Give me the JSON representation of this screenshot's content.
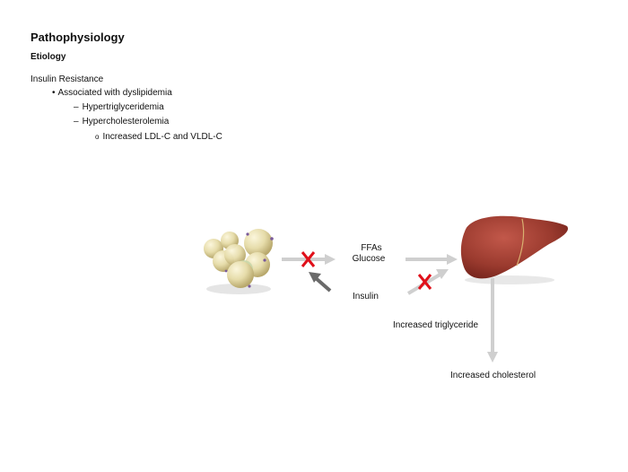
{
  "heading": {
    "title": "Pathophysiology",
    "subtitle": "Etiology"
  },
  "outline": {
    "level0": "Insulin Resistance",
    "level1_bullet": "•",
    "level1": "Associated with dyslipidemia",
    "level2_bullet": "–",
    "level2a": "Hypertriglyceridemia",
    "level2b": "Hypercholesterolemia",
    "level3_bullet": "o",
    "level3": "Increased LDL-C and VLDL-C"
  },
  "diagram": {
    "ffas": "FFAs",
    "glucose": "Glucose",
    "insulin": "Insulin",
    "increased_triglyceride": "Increased triglyceride",
    "increased_cholesterol": "Increased cholesterol",
    "blocked_marker_color": "#e0101a",
    "arrow_color": "#cfcfcf",
    "insulin_arrow_color": "#6a6a6a",
    "liver_color": "#9a3a2e",
    "fat_cell_color": "#e6dcaa",
    "icons": [
      "fat-cells-icon",
      "liver-icon",
      "blocked-x-icon"
    ]
  }
}
